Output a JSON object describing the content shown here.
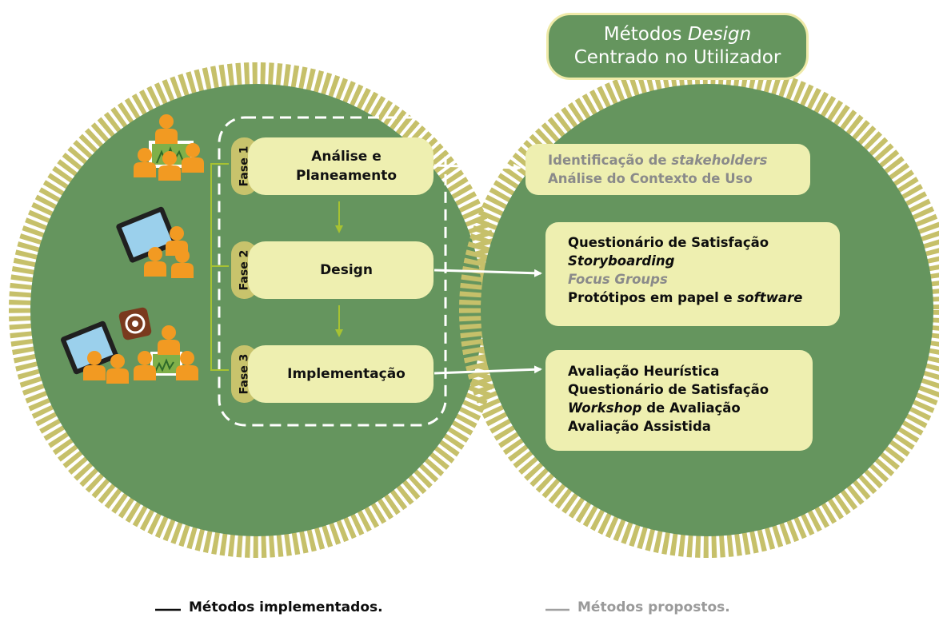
{
  "title": {
    "line1_prefix": "Métodos ",
    "line1_italic": "Design",
    "line2": "Centrado no Utilizador"
  },
  "phases": [
    {
      "tag": "Fase 1",
      "label_line1": "Análise e",
      "label_line2": "Planeamento"
    },
    {
      "tag": "Fase 2",
      "label": "Design"
    },
    {
      "tag": "Fase 3",
      "label": "Implementação"
    }
  ],
  "methods": {
    "phase1": [
      {
        "prefix": "Identificação de ",
        "italic": "stakeholders",
        "suffix": "",
        "status": "proposed"
      },
      {
        "prefix": "Análise do Contexto de Uso",
        "italic": "",
        "suffix": "",
        "status": "proposed"
      }
    ],
    "phase2": [
      {
        "prefix": "Questionário de Satisfação",
        "italic": "",
        "suffix": "",
        "status": "implemented"
      },
      {
        "prefix": "",
        "italic": "Storyboarding",
        "suffix": "",
        "status": "implemented"
      },
      {
        "prefix": "",
        "italic": "Focus Groups",
        "suffix": "",
        "status": "proposed"
      },
      {
        "prefix": "Protótipos em papel e ",
        "italic": "software",
        "suffix": "",
        "status": "implemented"
      }
    ],
    "phase3": [
      {
        "prefix": "Avaliação Heurística",
        "italic": "",
        "suffix": "",
        "status": "implemented"
      },
      {
        "prefix": "Questionário de Satisfação",
        "italic": "",
        "suffix": "",
        "status": "implemented"
      },
      {
        "prefix": "",
        "italic": "Workshop",
        "suffix": " de Avaliação",
        "status": "implemented"
      },
      {
        "prefix": "Avaliação Assistida",
        "italic": "",
        "suffix": "",
        "status": "implemented"
      }
    ]
  },
  "legend": {
    "implemented": "Métodos implementados.",
    "proposed": "Métodos propostos."
  },
  "icons": [
    "participants-group-with-plants-icon",
    "tablet-with-participants-icon",
    "tablet-participants-plants-app-icon"
  ],
  "colors": {
    "circle_fill": "#65955e",
    "circle_rim": "#c6c06a",
    "box_fill": "#eeefb0",
    "tag_fill": "#c8c36c",
    "implemented_text": "#0d0d0d",
    "proposed_text": "#8a8a8a",
    "person": "#f29a22"
  }
}
